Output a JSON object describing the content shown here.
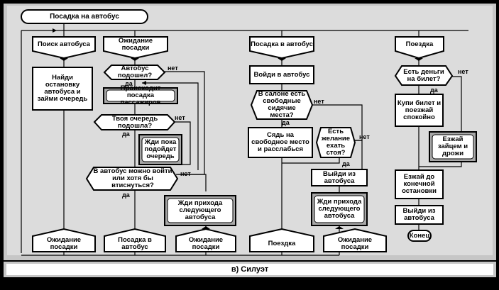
{
  "title": "Посадка на автобус",
  "caption": "в) Силуэт",
  "colors": {
    "background": "#dcdcdc",
    "frame": "#c6c6c6",
    "shape_fill": "#ffffff",
    "stroke": "#000000",
    "highlight_fill": "#a8a8a8"
  },
  "labels": {
    "yes": "да",
    "no": "нет",
    "arrow": "←"
  },
  "columns": {
    "search": {
      "header": "Поиск автобуса",
      "action": "Найди остановку автобуса и займи очередь",
      "footer": "Ожидание посадки"
    },
    "waiting": {
      "header": "Ожидание посадки",
      "q_bus_arrived": "Автобус подошел?",
      "boarding_happens": "Происходит посадка пассажиров",
      "q_your_turn": "Твоя очередь подошла?",
      "wait_turn": "Жди пока подойдет очередь",
      "q_can_enter": "В автобус можно войти или хотя бы втиснуться?",
      "wait_next_bus": "Жди прихода следующего автобуса",
      "footer_boarding": "Посадка в автобус",
      "footer_waiting": "Ожидание посадки"
    },
    "boarding": {
      "header": "Посадка в автобус",
      "enter": "Войди в автобус",
      "q_free_seats": "В салоне есть свободные сидячие места?",
      "sit_relax": "Сядь на свободное место и расслабься",
      "q_want_standing": "Есть желание ехать стоя?",
      "exit_bus": "Выйди из автобуса",
      "wait_next_bus": "Жди прихода следующего автобуса",
      "footer_ride": "Поездка",
      "footer_waiting": "Ожидание посадки"
    },
    "ride": {
      "header": "Поездка",
      "q_money": "Есть деньги на билет?",
      "buy_ticket": "Купи билет и поезжай спокойно",
      "ride_free": "Езжай зайцем и дрожи",
      "ride_to_end": "Езжай до конечной остановки",
      "exit_bus": "Выйди из автобуса",
      "end": "Конец"
    }
  }
}
